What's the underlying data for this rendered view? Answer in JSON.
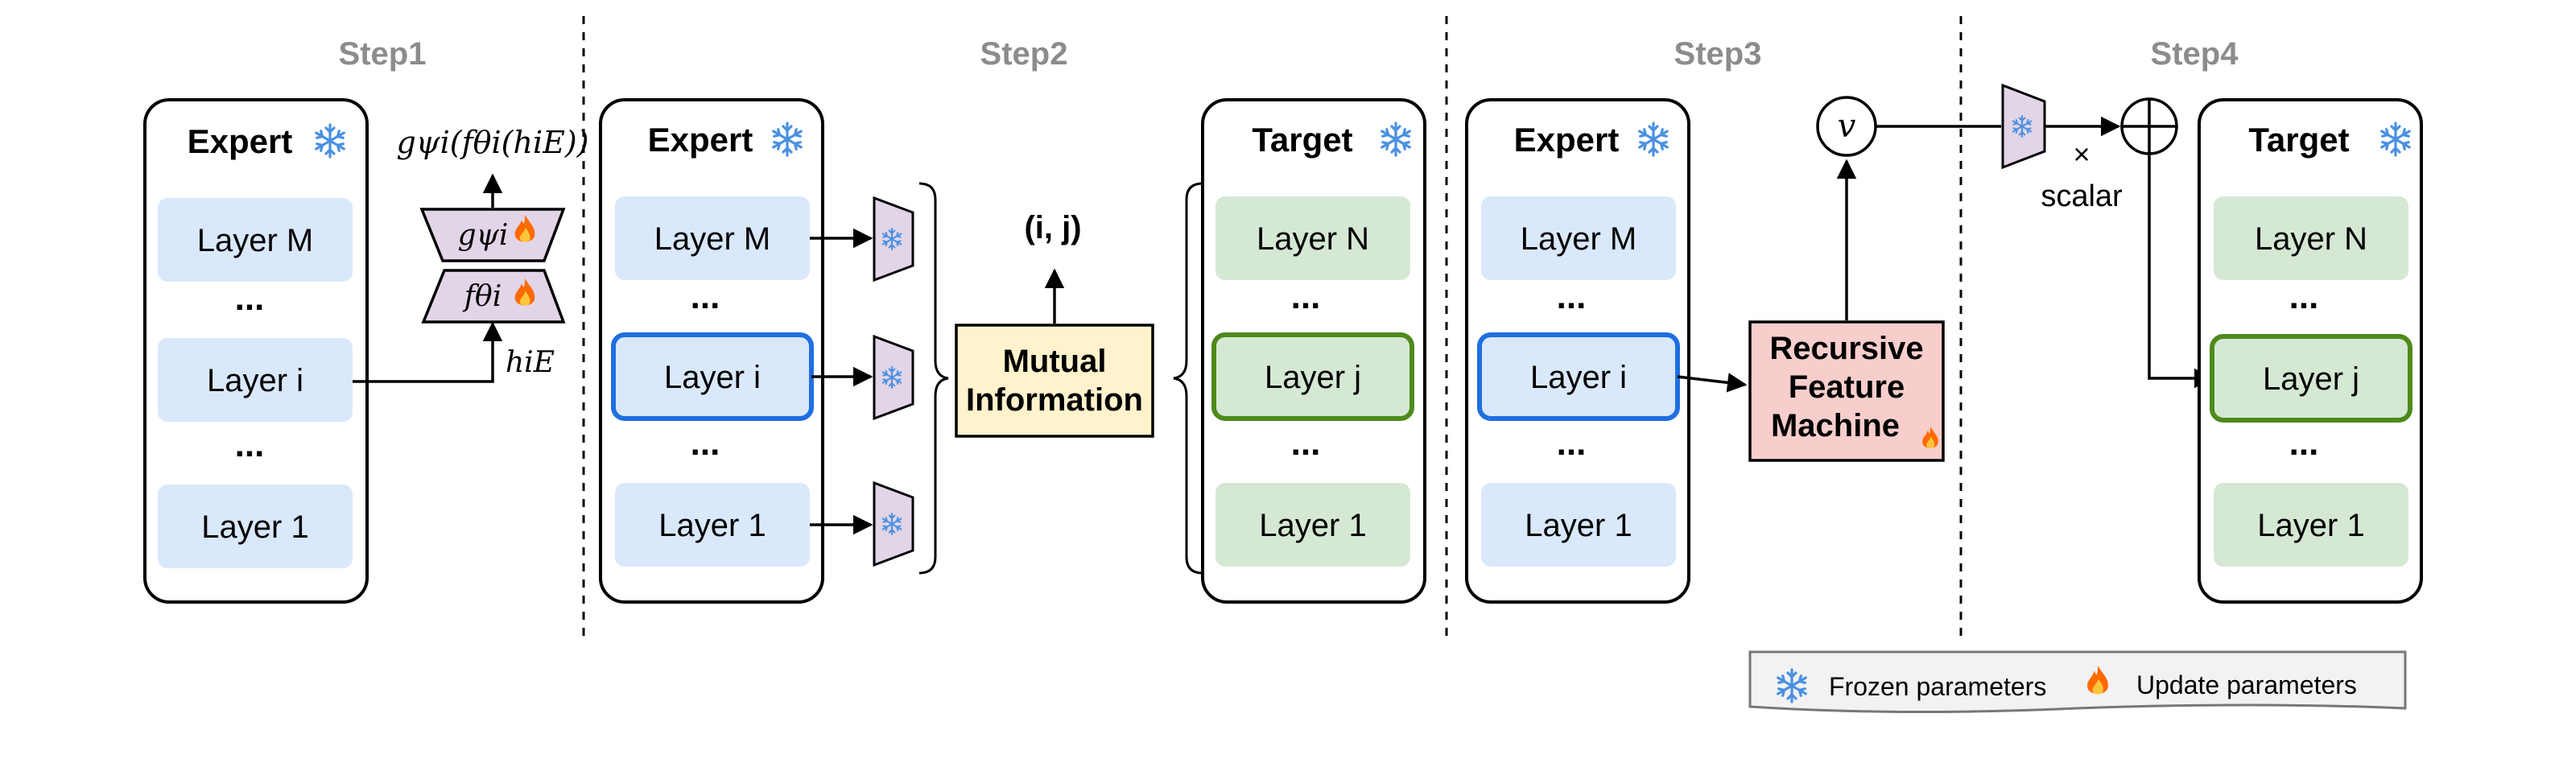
{
  "steps": {
    "step1": "Step1",
    "step2": "Step2",
    "step3": "Step3",
    "step4": "Step4"
  },
  "boxes": {
    "expert": "Expert",
    "target": "Target"
  },
  "layers": {
    "expert_top": "Layer M",
    "expert_mid": "Layer i",
    "target_top": "Layer N",
    "target_mid": "Layer j",
    "bottom": "Layer 1",
    "ellipsis": "..."
  },
  "step1": {
    "output_formula": "gψi(fθi(hiE))",
    "g_label": "gψi",
    "f_label": "fθi",
    "h_label": "hiE"
  },
  "step2": {
    "mi_line1": "Mutual",
    "mi_line2": "Information",
    "pair_label": "(i, j)"
  },
  "step3": {
    "rfm_line1": "Recursive",
    "rfm_line2": "Feature",
    "rfm_line3": "Machine",
    "v_label": "v"
  },
  "step4": {
    "times": "×",
    "scalar": "scalar"
  },
  "legend": {
    "frozen": "Frozen parameters",
    "update": "Update parameters"
  },
  "colors": {
    "expert_layer_fill": "#dae8fc",
    "target_layer_fill": "#d5e8d4",
    "highlight_blue": "#1f6fe0",
    "highlight_green": "#4d8a1a",
    "projector_fill": "#e1d5e7",
    "mi_fill": "#fff2cc",
    "rfm_fill": "#f8cecc",
    "legend_fill": "#f2f2f2",
    "step_text": "#8c8c8c",
    "snowflake": "#4a90e2",
    "fire": "#ff6a00"
  }
}
